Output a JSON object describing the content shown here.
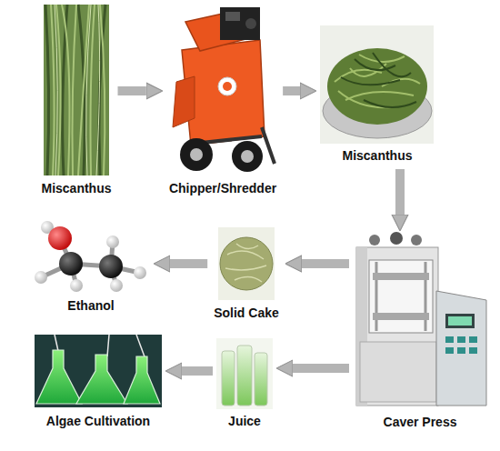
{
  "diagram": {
    "nodes": [
      {
        "text": [
          "Miscanthus"
        ]
      },
      {
        "text": [
          "Chipper/Shredder"
        ]
      },
      {
        "text": [
          "Miscanthus"
        ]
      },
      {
        "text": [
          "Caver Press"
        ]
      },
      {
        "text": [
          "Solid Cake"
        ]
      },
      {
        "text": [
          "Ethanol"
        ]
      },
      {
        "text": [
          "Juice"
        ]
      },
      {
        "text": [
          "Algae Cultivation"
        ]
      }
    ],
    "edges": [
      {
        "from": 0,
        "to": 1,
        "arrow": "to"
      },
      {
        "from": 1,
        "to": 2,
        "arrow": "to"
      },
      {
        "from": 2,
        "to": 3,
        "arrow": "to"
      },
      {
        "from": 3,
        "to": 4,
        "arrow": "to"
      },
      {
        "from": 4,
        "to": 5,
        "arrow": "to"
      },
      {
        "from": 3,
        "to": 6,
        "arrow": "to"
      },
      {
        "from": 6,
        "to": 7,
        "arrow": "to"
      }
    ]
  }
}
